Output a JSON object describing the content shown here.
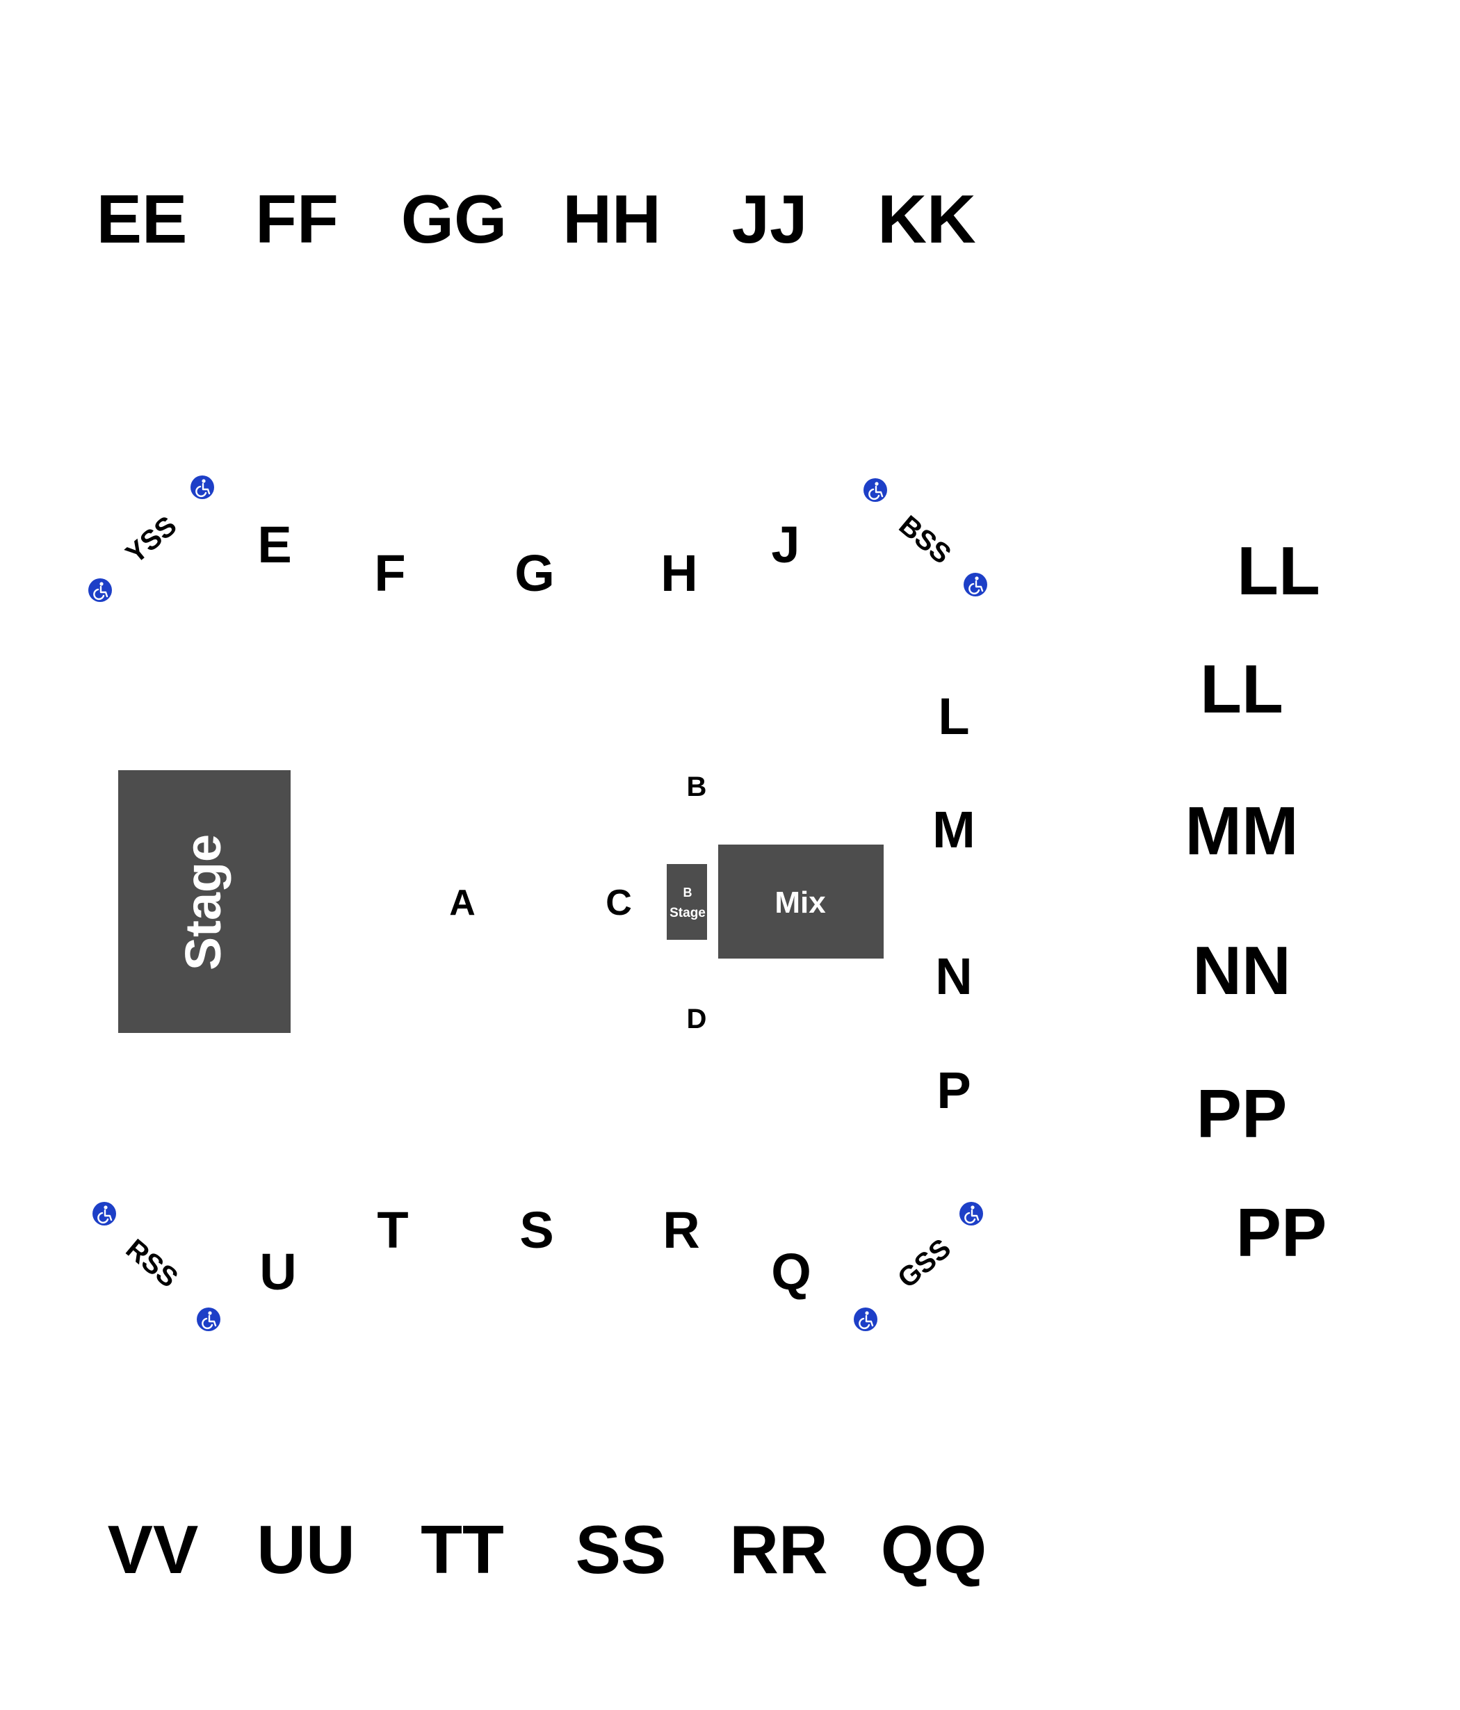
{
  "colors": {
    "background": "#ffffff",
    "block": "#4d4d4d",
    "accessible": "#1d3fc7",
    "label": "#000000",
    "block_label": "#ffffff"
  },
  "blocks": {
    "stage": "Stage",
    "b_stage_line1": "B",
    "b_stage_line2": "Stage",
    "mix": "Mix"
  },
  "sections": {
    "upper_top": [
      "EE",
      "FF",
      "GG",
      "HH",
      "JJ",
      "KK"
    ],
    "upper_bottom": [
      "VV",
      "UU",
      "TT",
      "SS",
      "RR",
      "QQ"
    ],
    "upper_right": [
      "LL",
      "LL",
      "MM",
      "NN",
      "PP",
      "PP"
    ],
    "lower_top": [
      "E",
      "F",
      "G",
      "H",
      "J"
    ],
    "lower_bottom": [
      "U",
      "T",
      "S",
      "R",
      "Q"
    ],
    "lower_right": [
      "L",
      "M",
      "N",
      "P"
    ],
    "floor": [
      "A",
      "B",
      "C",
      "D"
    ],
    "side_stages": [
      "YSS",
      "BSS",
      "RSS",
      "GSS"
    ]
  },
  "icons": {
    "accessible": "wheelchair-accessible-icon"
  }
}
